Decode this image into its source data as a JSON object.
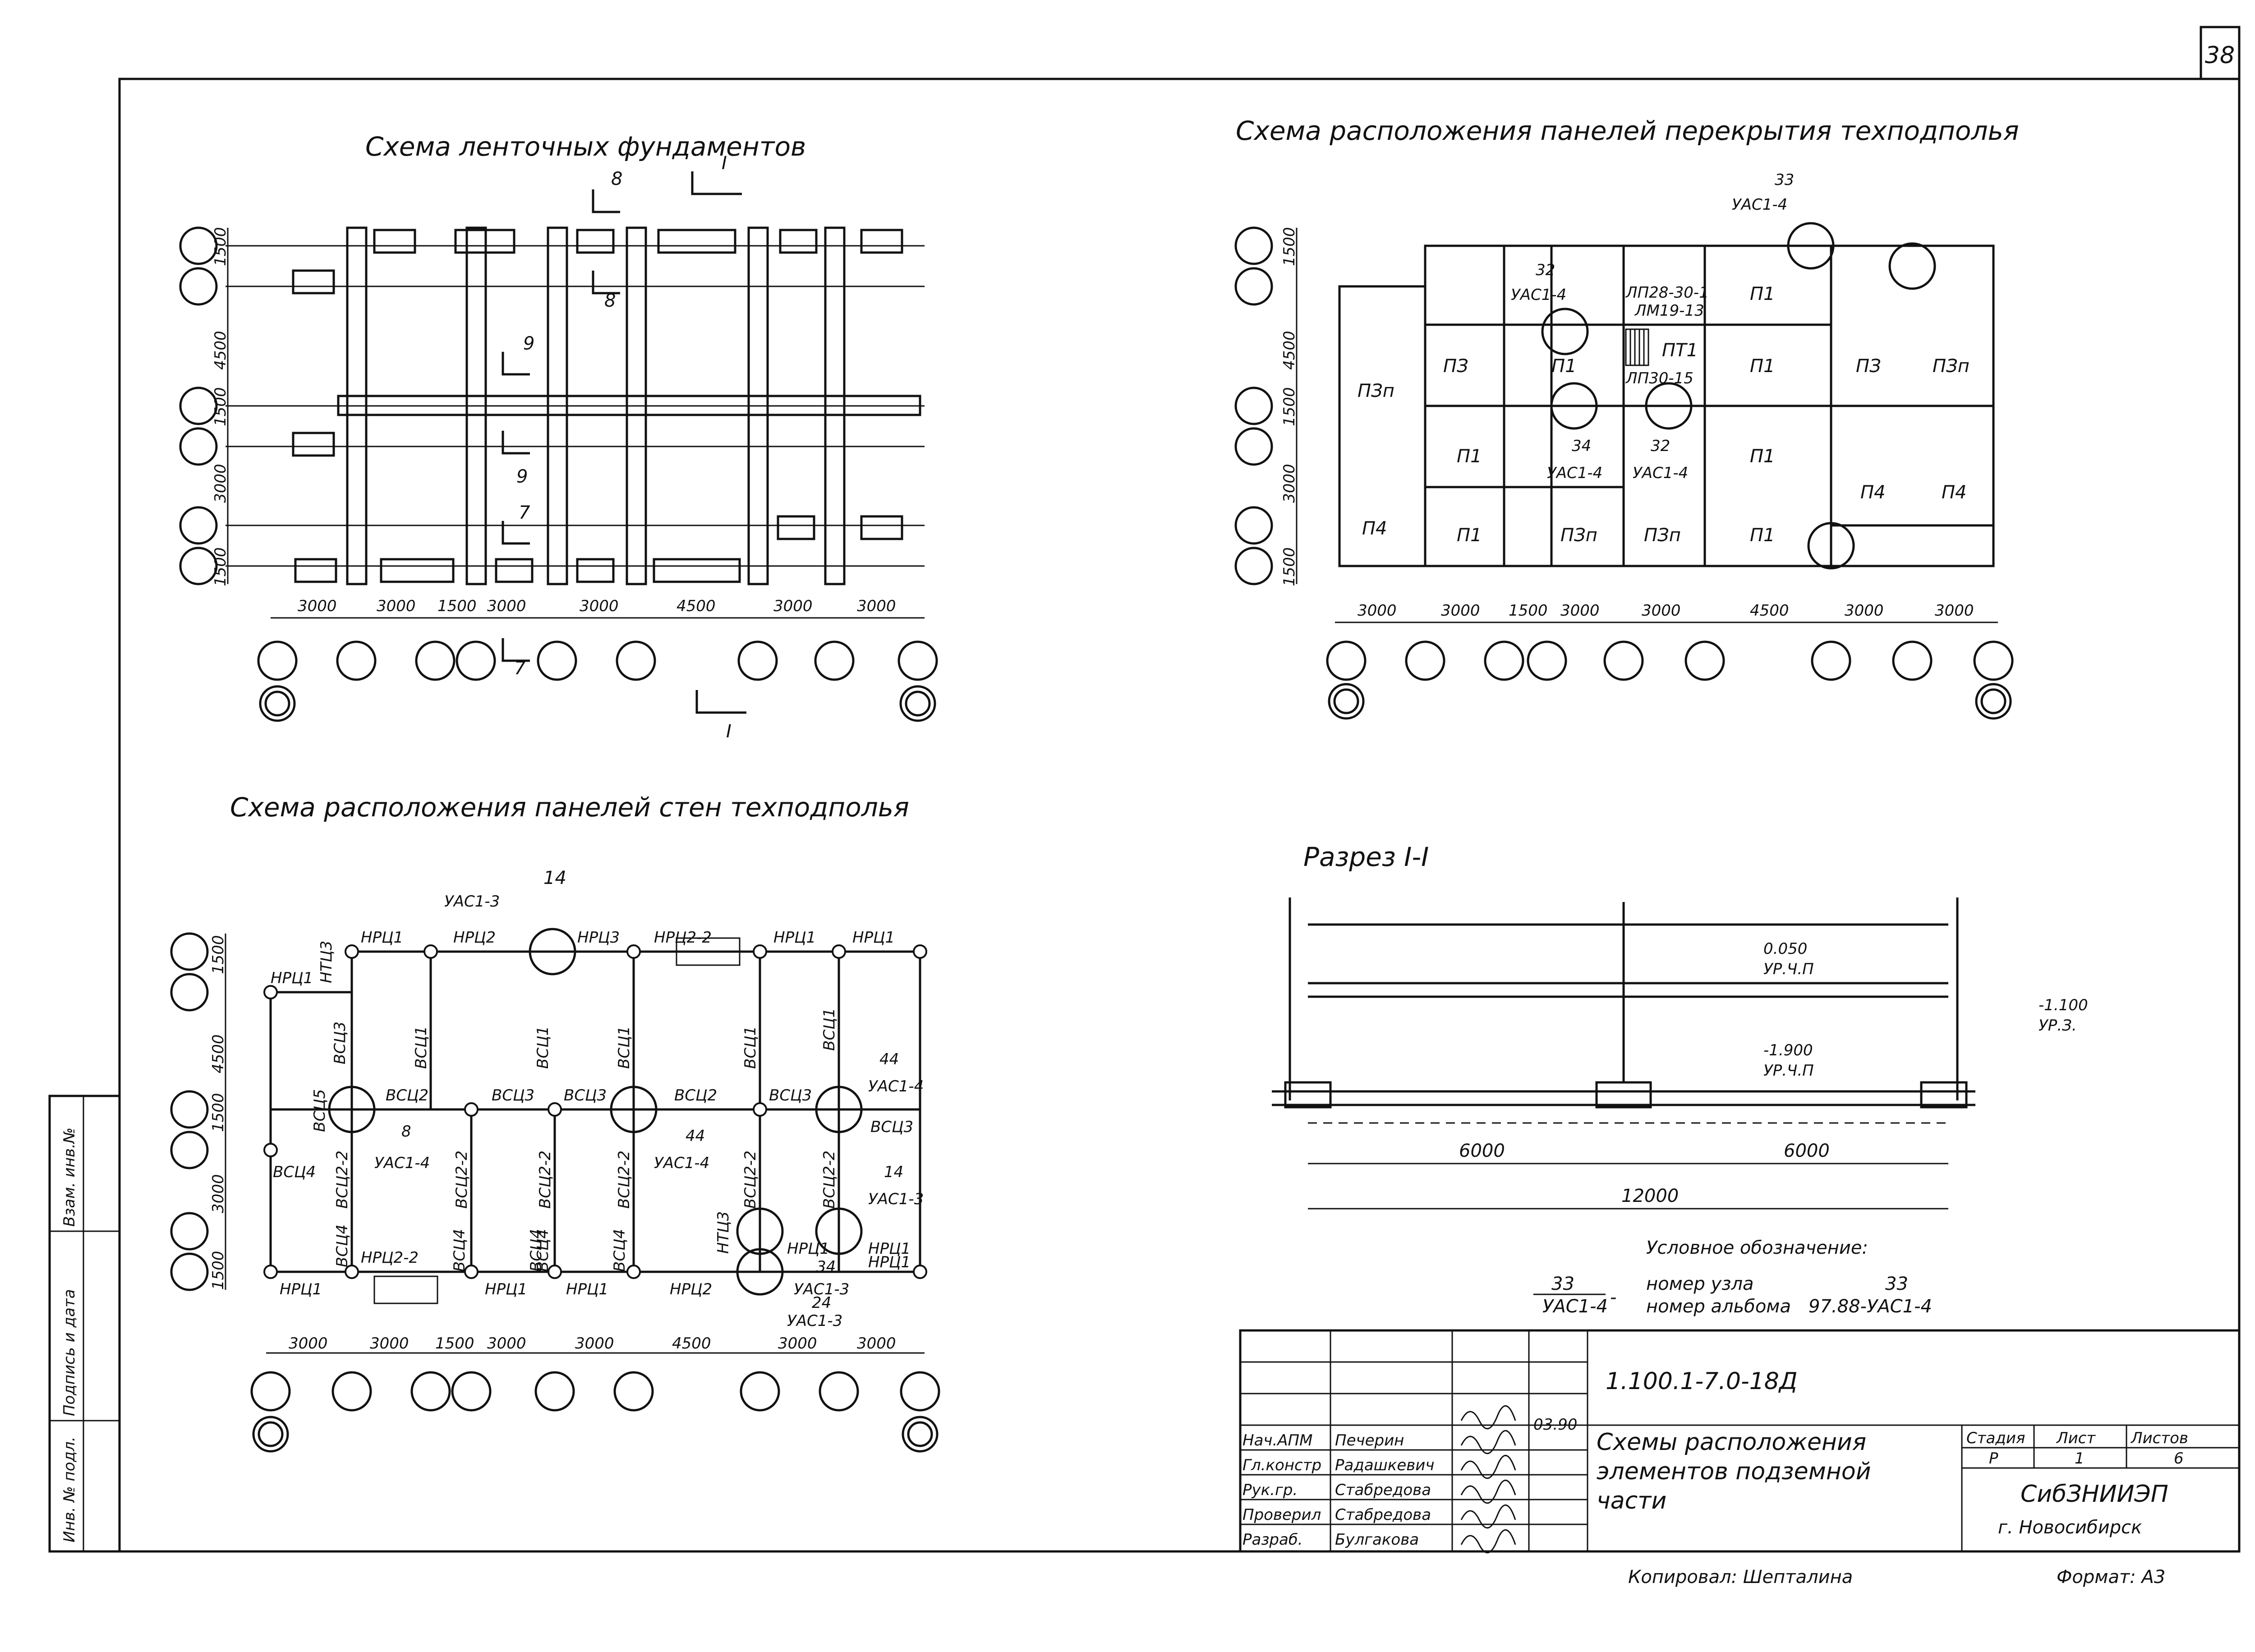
{
  "sheet": {
    "number": "38"
  },
  "strip": {
    "c1": "Инв. № подл.",
    "c2": "Подпись и дата",
    "c3": "Взам. инв.№"
  },
  "foundations": {
    "title": "Схема ленточных фундаментов",
    "dims": [
      "3000",
      "3000",
      "1500",
      "3000",
      "3000",
      "4500",
      "3000",
      "3000"
    ],
    "vdims": [
      "1500",
      "4500",
      "1500",
      "3000",
      "1500"
    ],
    "sec_8": "8",
    "sec_9": "9",
    "sec_7": "7",
    "sec_I": "I"
  },
  "slabs": {
    "title": "Схема расположения панелей перекрытия техподполья",
    "dims": [
      "3000",
      "3000",
      "1500",
      "3000",
      "3000",
      "4500",
      "3000",
      "3000"
    ],
    "vdims": [
      "1500",
      "4500",
      "1500",
      "3000",
      "1500"
    ],
    "panels": [
      "ПЗп",
      "ПЗ",
      "П1",
      "ПТ1",
      "П1",
      "П1",
      "ПЗ",
      "ПЗп",
      "П1",
      "П1",
      "П1",
      "П4",
      "П4",
      "П4",
      "П1",
      "ПЗп",
      "ПЗп",
      "П1"
    ],
    "stairs": [
      "ЛП28-30-1",
      "ЛМ19-13",
      "ЛП30-15"
    ],
    "nodes": [
      {
        "num": "33",
        "alb": "УАС1-4"
      },
      {
        "num": "32",
        "alb": "УАС1-4"
      },
      {
        "num": "34",
        "alb": "УАС1-4"
      },
      {
        "num": "32",
        "alb": "УАС1-4"
      }
    ]
  },
  "walls": {
    "title": "Схема расположения панелей стен техподполья",
    "dims": [
      "3000",
      "3000",
      "1500",
      "3000",
      "3000",
      "4500",
      "3000",
      "3000"
    ],
    "vdims": [
      "1500",
      "4500",
      "1500",
      "3000",
      "1500"
    ],
    "top": [
      "НТЦ3",
      "НРЦ1",
      "НРЦ2",
      "НРЦ3",
      "НРЦ2-2",
      "НРЦ1",
      "НРЦ1"
    ],
    "verticals": [
      "ВСЦ1",
      "ВСЦ1",
      "ВСЦ1",
      "ВСЦ1",
      "ВСЦ1"
    ],
    "mid": [
      "ВСЦ3",
      "ВСЦ5",
      "ВСЦ2",
      "ВСЦ3",
      "ВСЦ3",
      "ВСЦ2",
      "ВСЦ3",
      "ВСЦ3"
    ],
    "lower": [
      "ВСЦ4",
      "ВСЦ2-2",
      "ВСЦ2-2",
      "ВСЦ4",
      "ВСЦ2-2",
      "ВСЦ4",
      "ВСЦ2-2",
      "ВСЦ2-2",
      "ВСЦ2-2",
      "ВСЦ4",
      "ВСЦ4",
      "ВСЦ4",
      "НТЦ3"
    ],
    "bottom": [
      "НРЦ1",
      "НРЦ1",
      "НРЦ2-2",
      "НРЦ1",
      "НРЦ1",
      "НРЦ2",
      "НРЦ1",
      "НРЦ1"
    ],
    "nodes": [
      {
        "num": "14",
        "alb": "УАС1-3"
      },
      {
        "num": "8",
        "alb": "УАС1-4"
      },
      {
        "num": "44",
        "alb": "УАС1-4"
      },
      {
        "num": "44",
        "alb": "УАС1-4"
      },
      {
        "num": "14",
        "alb": "УАС1-3"
      },
      {
        "num": "34",
        "alb": "УАС1-3"
      },
      {
        "num": "24",
        "alb": "УАС1-3"
      }
    ]
  },
  "section": {
    "title": "Разрез I-I",
    "mark1": "0.050",
    "mark1u": "УР.Ч.П",
    "mark2": "-1.100",
    "mark2u": "УР.З.",
    "mark3": "-1.900",
    "mark3u": "УР.Ч.П",
    "d1": "6000",
    "d2": "6000",
    "total": "12000"
  },
  "legend": {
    "title": "Условное обозначение:",
    "num": "33",
    "alb": "УАС1-4",
    "dash": "-",
    "l1": "номер узла",
    "l1v": "33",
    "l2": "номер альбома",
    "l2v": "97.88-УАС1-4"
  },
  "stamp": {
    "code": "1.100.1-7.0-18Д",
    "title1": "Схемы расположения",
    "title2": "элементов подземной",
    "title3": "части",
    "col_stage": "Стадия",
    "col_sheet": "Лист",
    "col_sheets": "Листов",
    "stage": "Р",
    "sheet": "1",
    "sheets": "6",
    "org1": "СибЗНИИЭП",
    "org2": "г. Новосибирск",
    "roles": [
      "Нач.АПМ",
      "Гл.констр",
      "Рук.гр.",
      "Проверил",
      "Разраб."
    ],
    "names": [
      "Печерин",
      "Радашкевич",
      "Стабредова",
      "Стабредова",
      "Булгакова"
    ],
    "date": "03.90",
    "copied": "Копировал: Шепталина",
    "format": "Формат: А3"
  }
}
